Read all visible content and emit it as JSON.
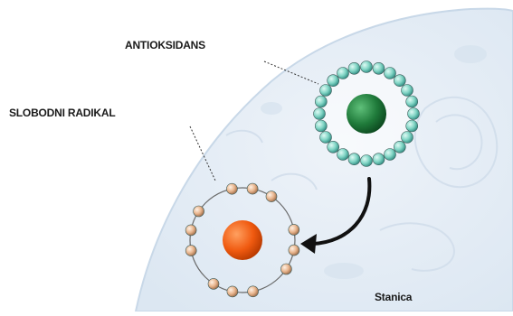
{
  "labels": {
    "antioxidant": "ANTIOKSIDANS",
    "free_radical": "SLOBODNI RADIKAL",
    "cell": "Stanica"
  },
  "colors": {
    "cell_fill": "#e4edf6",
    "cell_edge": "#c8d8e8",
    "antioxidant_core": "#1f7a3a",
    "antioxidant_electron": "#7fd4c4",
    "radical_core": "#f05a10",
    "radical_electron": "#e8b48c",
    "arrow": "#111111"
  },
  "icons": [
    "antioxidant-molecule-icon",
    "free-radical-molecule-icon",
    "electron-transfer-arrow-icon"
  ]
}
